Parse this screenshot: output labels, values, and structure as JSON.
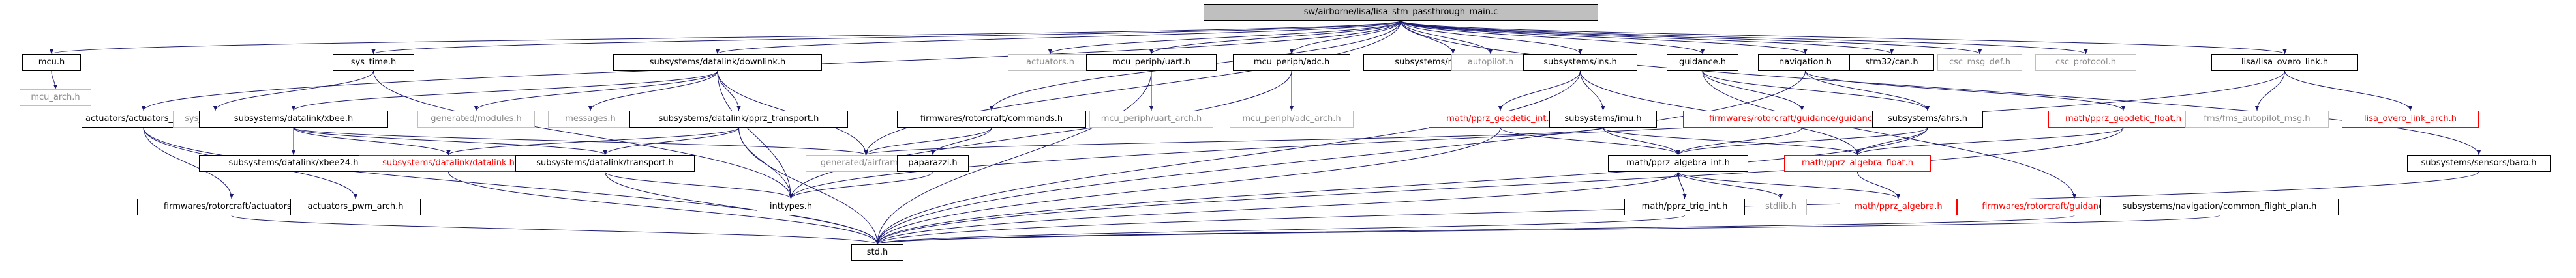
{
  "diagram": {
    "type": "include-dependency-graph",
    "colors": {
      "root_fill": "#bfbfbf",
      "edge": "#191970",
      "documented_border": "#000000",
      "undocumented_border": "#bfbfbf",
      "truncated_border": "#ff0000"
    },
    "nodes": [
      {
        "id": "root",
        "label": "sw/airborne/lisa/lisa_stm_passthrough_main.c",
        "kind": "root"
      },
      {
        "id": "mcu_h",
        "label": "mcu.h",
        "kind": "doc"
      },
      {
        "id": "sys_time_h",
        "label": "sys_time.h",
        "kind": "doc"
      },
      {
        "id": "downlink_h",
        "label": "subsystems/datalink/downlink.h",
        "kind": "doc"
      },
      {
        "id": "actuators_h",
        "label": "actuators.h",
        "kind": "undoc"
      },
      {
        "id": "uart_h",
        "label": "mcu_periph/uart.h",
        "kind": "doc"
      },
      {
        "id": "adc_h",
        "label": "mcu_periph/adc.h",
        "kind": "doc"
      },
      {
        "id": "radio_control_h",
        "label": "subsystems/radio_control.h",
        "kind": "doc"
      },
      {
        "id": "autopilot_h",
        "label": "autopilot.h",
        "kind": "undoc"
      },
      {
        "id": "ins_h",
        "label": "subsystems/ins.h",
        "kind": "doc"
      },
      {
        "id": "guidance_h",
        "label": "guidance.h",
        "kind": "doc"
      },
      {
        "id": "navigation_h",
        "label": "navigation.h",
        "kind": "doc"
      },
      {
        "id": "stm32can_h",
        "label": "stm32/can.h",
        "kind": "doc"
      },
      {
        "id": "csc_msg_def_h",
        "label": "csc_msg_def.h",
        "kind": "undoc"
      },
      {
        "id": "csc_protocol_h",
        "label": "csc_protocol.h",
        "kind": "undoc"
      },
      {
        "id": "overo_link_h",
        "label": "lisa/lisa_overo_link.h",
        "kind": "doc"
      },
      {
        "id": "mcu_arch_h",
        "label": "mcu_arch.h",
        "kind": "undoc"
      },
      {
        "id": "actuators_pwm_h",
        "label": "actuators/actuators_pwm.h",
        "kind": "doc"
      },
      {
        "id": "sys_time_hw_h",
        "label": "sys_time_hw.h",
        "kind": "undoc"
      },
      {
        "id": "xbee_h",
        "label": "subsystems/datalink/xbee.h",
        "kind": "doc"
      },
      {
        "id": "generated_modules_h",
        "label": "generated/modules.h",
        "kind": "undoc"
      },
      {
        "id": "messages_h",
        "label": "messages.h",
        "kind": "undoc"
      },
      {
        "id": "pprz_transport_h",
        "label": "subsystems/datalink/pprz_transport.h",
        "kind": "doc"
      },
      {
        "id": "commands_h",
        "label": "firmwares/rotorcraft/commands.h",
        "kind": "doc"
      },
      {
        "id": "uart_arch_h",
        "label": "mcu_periph/uart_arch.h",
        "kind": "undoc"
      },
      {
        "id": "adc_arch_h",
        "label": "mcu_periph/adc_arch.h",
        "kind": "undoc"
      },
      {
        "id": "pprz_geodetic_int_h",
        "label": "math/pprz_geodetic_int.h",
        "kind": "trunc"
      },
      {
        "id": "imu_h",
        "label": "subsystems/imu.h",
        "kind": "doc"
      },
      {
        "id": "guidance_h_h",
        "label": "firmwares/rotorcraft/guidance/guidance_h.h",
        "kind": "trunc"
      },
      {
        "id": "ahrs_h",
        "label": "subsystems/ahrs.h",
        "kind": "doc"
      },
      {
        "id": "pprz_geodetic_float_h",
        "label": "math/pprz_geodetic_float.h",
        "kind": "trunc"
      },
      {
        "id": "fms_msg_h",
        "label": "fms/fms_autopilot_msg.h",
        "kind": "undoc"
      },
      {
        "id": "overo_link_arch_h",
        "label": "lisa_overo_link_arch.h",
        "kind": "trunc"
      },
      {
        "id": "xbee24_h",
        "label": "subsystems/datalink/xbee24.h",
        "kind": "doc"
      },
      {
        "id": "datalink_h",
        "label": "subsystems/datalink/datalink.h",
        "kind": "trunc"
      },
      {
        "id": "transport_h",
        "label": "subsystems/datalink/transport.h",
        "kind": "doc"
      },
      {
        "id": "airframe_h",
        "label": "generated/airframe.h",
        "kind": "undoc"
      },
      {
        "id": "paparazzi_h",
        "label": "paparazzi.h",
        "kind": "doc"
      },
      {
        "id": "pprz_algebra_int_h",
        "label": "math/pprz_algebra_int.h",
        "kind": "doc"
      },
      {
        "id": "pprz_algebra_float_h",
        "label": "math/pprz_algebra_float.h",
        "kind": "trunc"
      },
      {
        "id": "baro_h",
        "label": "subsystems/sensors/baro.h",
        "kind": "doc"
      },
      {
        "id": "rotorcraft_actuators_h",
        "label": "firmwares/rotorcraft/actuators.h",
        "kind": "doc"
      },
      {
        "id": "actuators_pwm_arch_h",
        "label": "actuators_pwm_arch.h",
        "kind": "doc"
      },
      {
        "id": "inttypes_h",
        "label": "inttypes.h",
        "kind": "doc"
      },
      {
        "id": "pprz_trig_int_h",
        "label": "math/pprz_trig_int.h",
        "kind": "doc"
      },
      {
        "id": "stdlib_h",
        "label": "stdlib.h",
        "kind": "undoc"
      },
      {
        "id": "pprz_algebra_h",
        "label": "math/pprz_algebra.h",
        "kind": "trunc"
      },
      {
        "id": "guidance_v_h",
        "label": "firmwares/rotorcraft/guidance/guidance_v.h",
        "kind": "trunc"
      },
      {
        "id": "flight_plan_h",
        "label": "subsystems/navigation/common_flight_plan.h",
        "kind": "doc"
      },
      {
        "id": "std_h",
        "label": "std.h",
        "kind": "doc"
      }
    ],
    "edges": [
      [
        "root",
        "mcu_h"
      ],
      [
        "root",
        "sys_time_h"
      ],
      [
        "root",
        "downlink_h"
      ],
      [
        "root",
        "actuators_h"
      ],
      [
        "root",
        "uart_h"
      ],
      [
        "root",
        "adc_h"
      ],
      [
        "root",
        "radio_control_h"
      ],
      [
        "root",
        "autopilot_h"
      ],
      [
        "root",
        "ins_h"
      ],
      [
        "root",
        "guidance_h"
      ],
      [
        "root",
        "navigation_h"
      ],
      [
        "root",
        "stm32can_h"
      ],
      [
        "root",
        "csc_msg_def_h"
      ],
      [
        "root",
        "csc_protocol_h"
      ],
      [
        "root",
        "overo_link_h"
      ],
      [
        "root",
        "actuators_pwm_h"
      ],
      [
        "root",
        "commands_h"
      ],
      [
        "root",
        "airframe_h"
      ],
      [
        "root",
        "baro_h"
      ],
      [
        "mcu_h",
        "mcu_arch_h"
      ],
      [
        "sys_time_h",
        "sys_time_hw_h"
      ],
      [
        "sys_time_h",
        "inttypes_h"
      ],
      [
        "downlink_h",
        "xbee_h"
      ],
      [
        "downlink_h",
        "generated_modules_h"
      ],
      [
        "downlink_h",
        "messages_h"
      ],
      [
        "downlink_h",
        "pprz_transport_h"
      ],
      [
        "downlink_h",
        "airframe_h"
      ],
      [
        "downlink_h",
        "inttypes_h"
      ],
      [
        "xbee_h",
        "xbee24_h"
      ],
      [
        "xbee_h",
        "datalink_h"
      ],
      [
        "xbee_h",
        "transport_h"
      ],
      [
        "xbee_h",
        "airframe_h"
      ],
      [
        "pprz_transport_h",
        "datalink_h"
      ],
      [
        "pprz_transport_h",
        "transport_h"
      ],
      [
        "pprz_transport_h",
        "inttypes_h"
      ],
      [
        "pprz_transport_h",
        "std_h"
      ],
      [
        "datalink_h",
        "std_h"
      ],
      [
        "transport_h",
        "inttypes_h"
      ],
      [
        "transport_h",
        "std_h"
      ],
      [
        "commands_h",
        "airframe_h"
      ],
      [
        "commands_h",
        "paparazzi_h"
      ],
      [
        "paparazzi_h",
        "inttypes_h"
      ],
      [
        "uart_h",
        "uart_arch_h"
      ],
      [
        "uart_h",
        "std_h"
      ],
      [
        "adc_h",
        "adc_arch_h"
      ],
      [
        "adc_h",
        "inttypes_h"
      ],
      [
        "ins_h",
        "pprz_geodetic_int_h"
      ],
      [
        "ins_h",
        "imu_h"
      ],
      [
        "ins_h",
        "pprz_algebra_float_h"
      ],
      [
        "ins_h",
        "std_h"
      ],
      [
        "pprz_geodetic_int_h",
        "pprz_algebra_int_h"
      ],
      [
        "pprz_geodetic_int_h",
        "std_h"
      ],
      [
        "imu_h",
        "pprz_algebra_int_h"
      ],
      [
        "imu_h",
        "pprz_algebra_float_h"
      ],
      [
        "imu_h",
        "airframe_h"
      ],
      [
        "guidance_h",
        "guidance_h_h"
      ],
      [
        "guidance_h",
        "guidance_v_h"
      ],
      [
        "guidance_h",
        "ahrs_h"
      ],
      [
        "guidance_h_h",
        "pprz_algebra_int_h"
      ],
      [
        "ahrs_h",
        "pprz_algebra_int_h"
      ],
      [
        "ahrs_h",
        "pprz_algebra_float_h"
      ],
      [
        "ahrs_h",
        "std_h"
      ],
      [
        "navigation_h",
        "pprz_geodetic_float_h"
      ],
      [
        "navigation_h",
        "std_h"
      ],
      [
        "navigation_h",
        "ahrs_h"
      ],
      [
        "pprz_geodetic_float_h",
        "pprz_algebra_float_h"
      ],
      [
        "pprz_geodetic_float_h",
        "std_h"
      ],
      [
        "overo_link_h",
        "fms_msg_h"
      ],
      [
        "overo_link_h",
        "overo_link_arch_h"
      ],
      [
        "overo_link_h",
        "inttypes_h"
      ],
      [
        "pprz_algebra_int_h",
        "pprz_algebra_h"
      ],
      [
        "pprz_algebra_int_h",
        "pprz_trig_int_h"
      ],
      [
        "pprz_algebra_int_h",
        "stdlib_h"
      ],
      [
        "pprz_algebra_int_h",
        "std_h"
      ],
      [
        "pprz_trig_int_h",
        "pprz_algebra_int_h"
      ],
      [
        "pprz_trig_int_h",
        "std_h"
      ],
      [
        "pprz_algebra_float_h",
        "pprz_algebra_h"
      ],
      [
        "baro_h",
        "std_h"
      ],
      [
        "actuators_pwm_h",
        "rotorcraft_actuators_h"
      ],
      [
        "actuators_pwm_h",
        "actuators_pwm_arch_h"
      ],
      [
        "actuators_pwm_h",
        "std_h"
      ],
      [
        "rotorcraft_actuators_h",
        "std_h"
      ],
      [
        "guidance_v_h",
        "std_h"
      ],
      [
        "flight_plan_h",
        "std_h"
      ]
    ]
  }
}
